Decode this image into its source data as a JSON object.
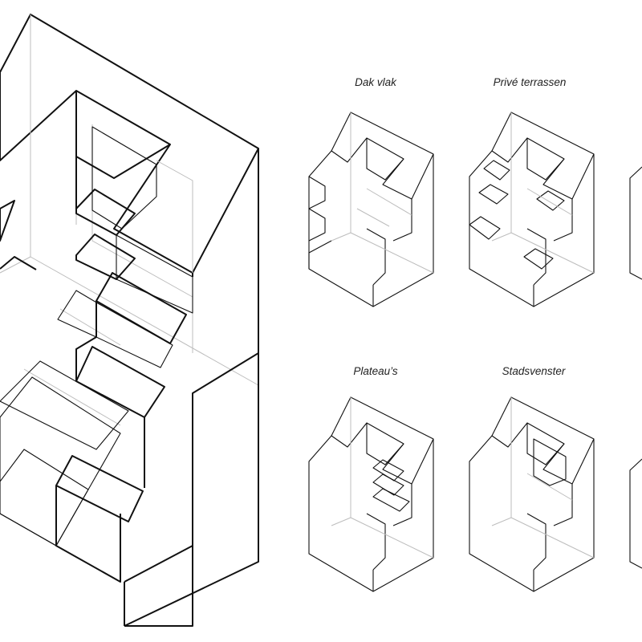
{
  "captions": {
    "dak": "Dak vlak",
    "terrassen": "Privé terrassen",
    "plateaus": "Plateau’s",
    "stadsvenster": "Stadsvenster"
  },
  "colors": {
    "roof": "#e0c84c",
    "terrace_light": "#b8d86a",
    "terrace_mid": "#8ab24c",
    "terrace_dark": "#5b7a2c",
    "plateau": "#9cbfae",
    "plateau_dark": "#6f9a85",
    "city_window": "#d9b7d9",
    "mid_green": "#5aa84f",
    "olive": "#7f9a3a",
    "olive_dark": "#5a6d2c",
    "cyan": "#9fd6d3",
    "teal": "#86bcb8",
    "line": "#111111",
    "hidden": "#bdbdbd"
  }
}
